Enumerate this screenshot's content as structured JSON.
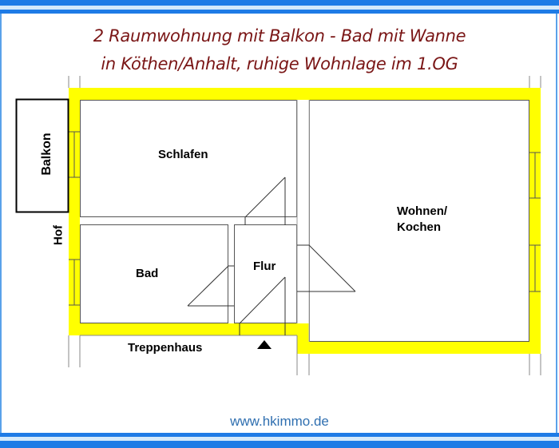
{
  "header": {
    "title_line1": "2 Raumwohnung mit Balkon - Bad mit Wanne",
    "title_line2": "in Köthen/Anhalt, ruhige Wohnlage im 1.OG"
  },
  "floorplan": {
    "rooms": [
      {
        "id": "schlafen",
        "label": "Schlafen"
      },
      {
        "id": "bad",
        "label": "Bad"
      },
      {
        "id": "flur",
        "label": "Flur"
      },
      {
        "id": "wohnen",
        "label_line1": "Wohnen/",
        "label_line2": "Kochen"
      },
      {
        "id": "treppenhaus",
        "label": "Treppenhaus"
      }
    ],
    "outside": {
      "balkon": "Balkon",
      "hof": "Hof"
    },
    "icons": {
      "stair_arrow": "triangle-up-icon"
    }
  },
  "footer": {
    "url": "www.hkimmo.de"
  },
  "colors": {
    "frame_blue": "#1e7be6",
    "frame_light": "#cfe6fb",
    "title": "#7a1616",
    "wall_yellow": "#ffff00",
    "url": "#2f6fb0"
  }
}
